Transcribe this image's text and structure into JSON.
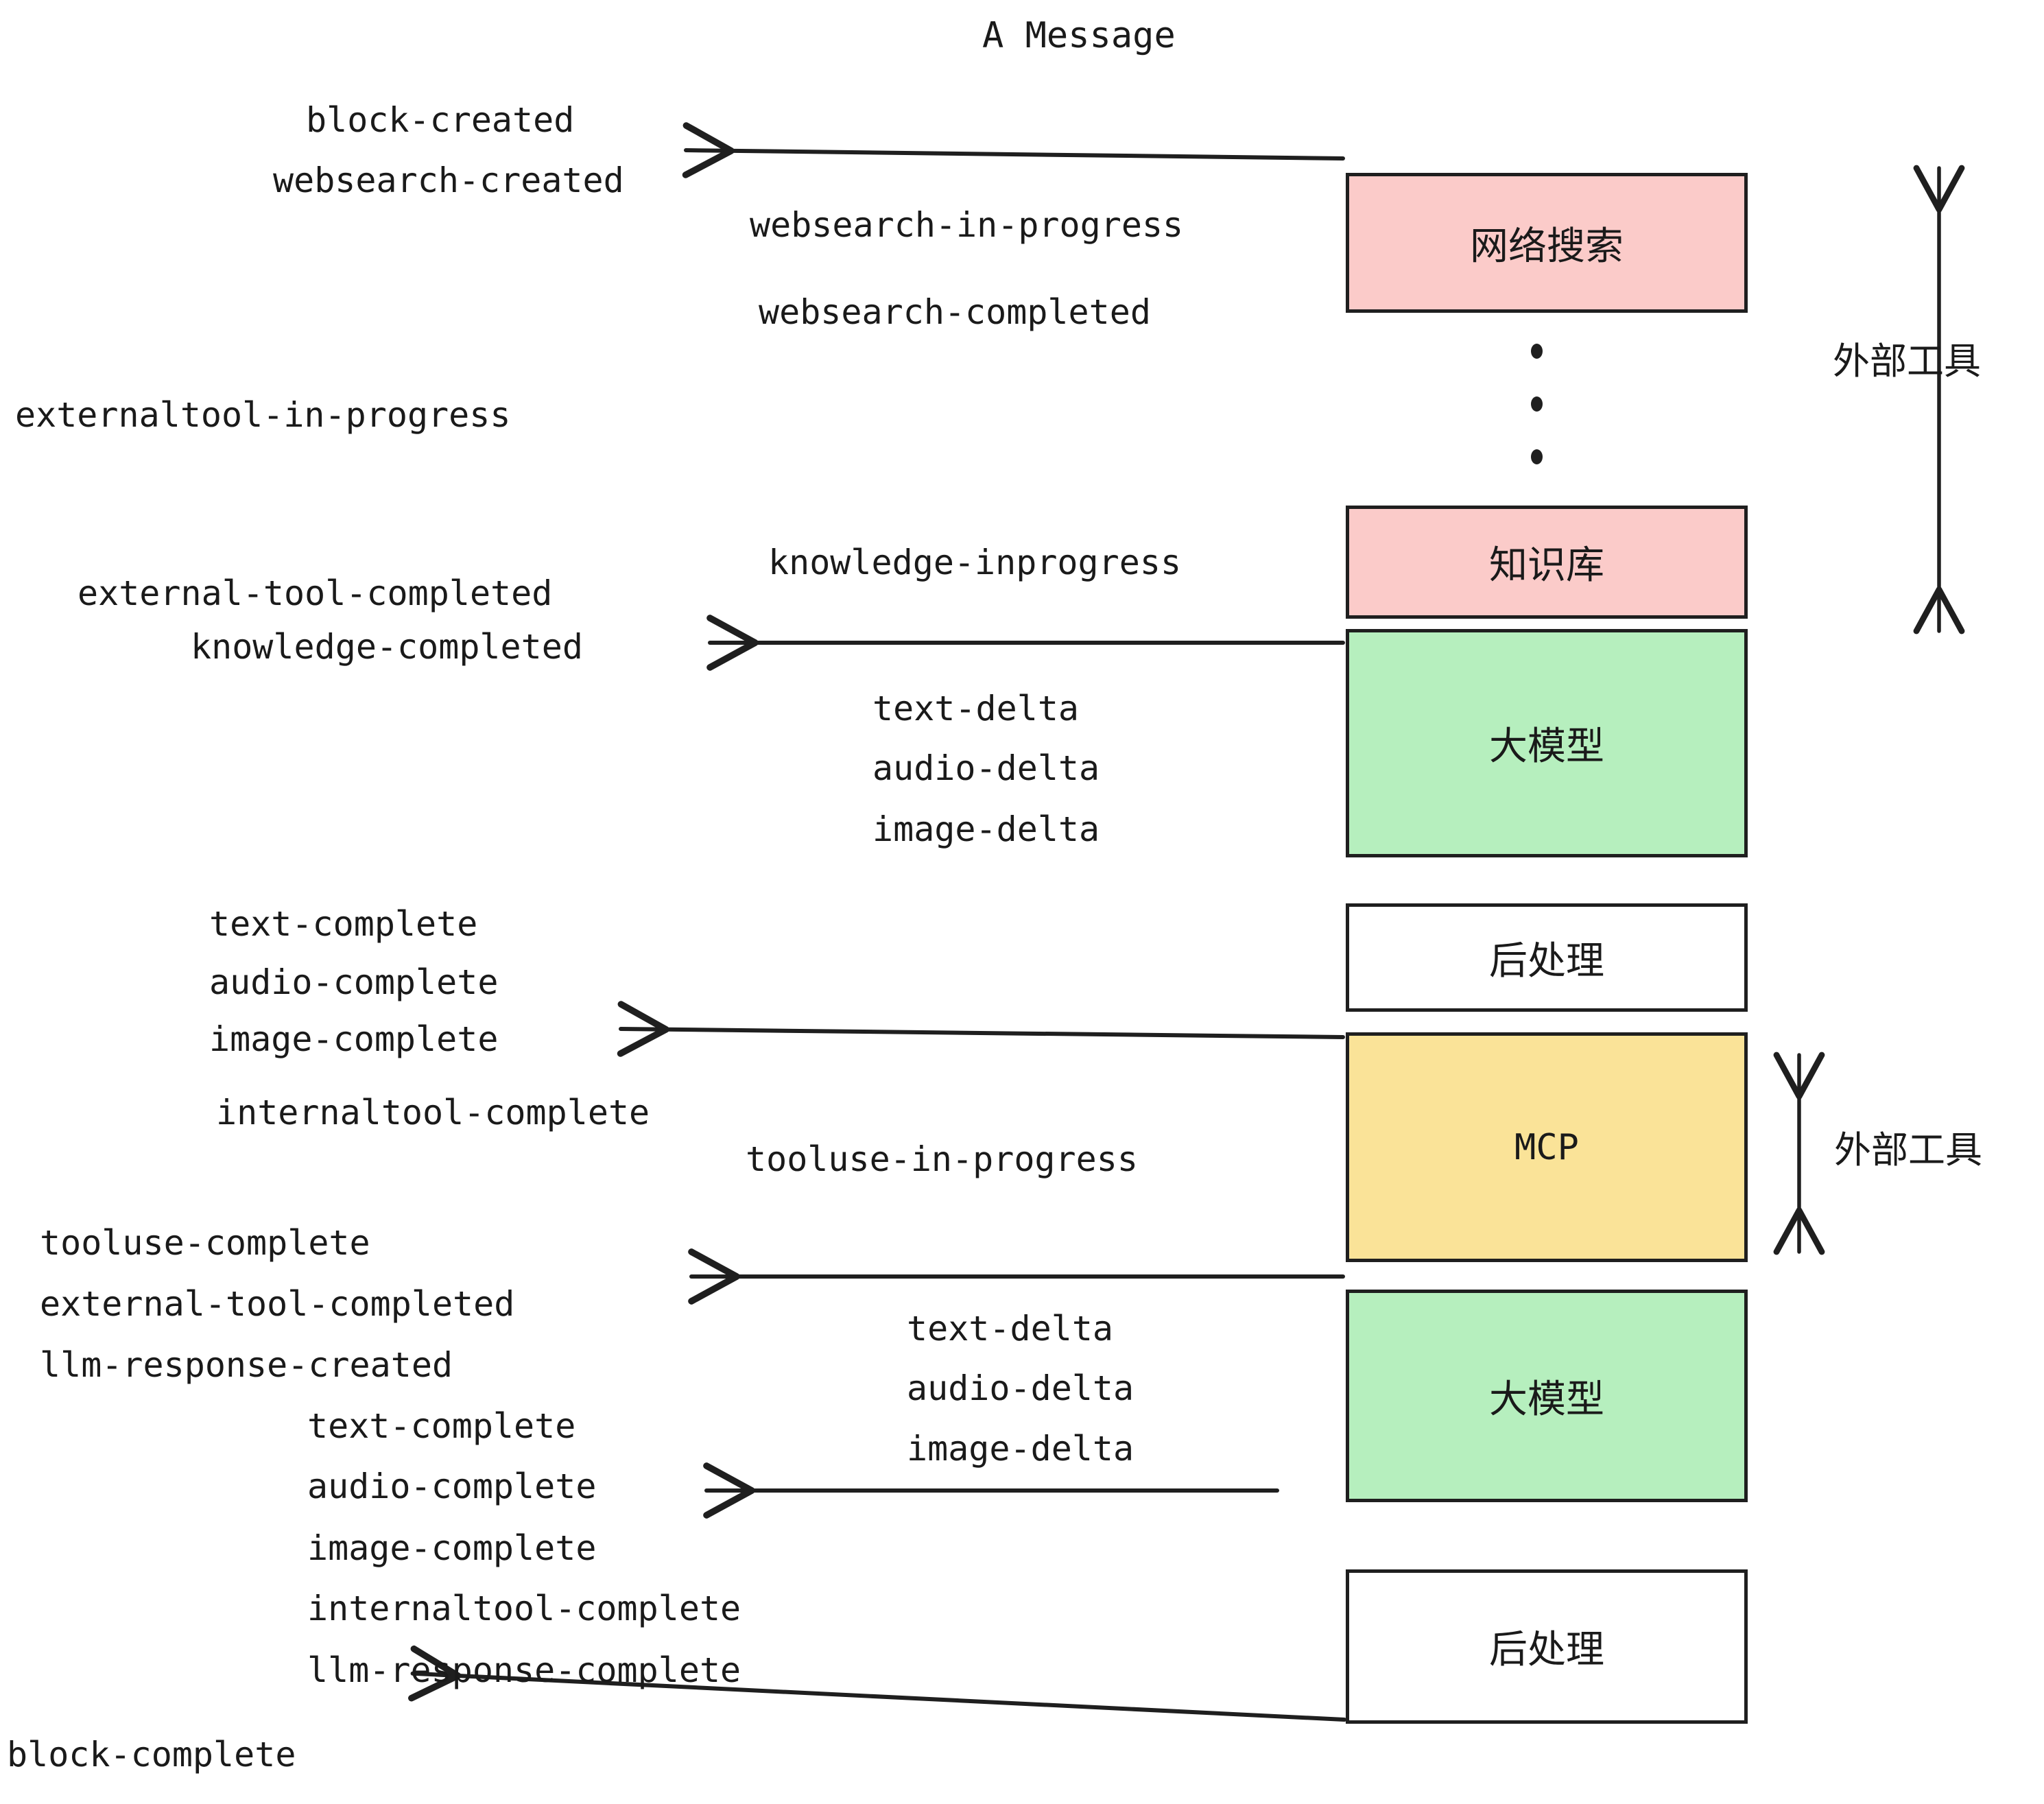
{
  "title": "A Message",
  "colors": {
    "pink": "#fbcbc9",
    "green": "#b6efbe",
    "yellow": "#fae398",
    "white": "#ffffff",
    "stroke": "#1f1f1f",
    "text": "#1a1a1a",
    "background": "#ffffff"
  },
  "nodes": [
    {
      "label": "网络搜索",
      "fill": "#fbcbc9"
    },
    {
      "label": "知识库",
      "fill": "#fbcbc9"
    },
    {
      "label": "大模型",
      "fill": "#b6efbe"
    },
    {
      "label": "后处理",
      "fill": "#ffffff"
    },
    {
      "label": "MCP",
      "fill": "#fae398"
    },
    {
      "label": "大模型",
      "fill": "#b6efbe"
    },
    {
      "label": "后处理",
      "fill": "#ffffff"
    }
  ],
  "side_notes": [
    {
      "label": "外部工具"
    },
    {
      "label": "外部工具"
    }
  ],
  "events": [
    {
      "text": "block-created"
    },
    {
      "text": "websearch-created"
    },
    {
      "text": "websearch-in-progress"
    },
    {
      "text": "websearch-completed"
    },
    {
      "text": "externaltool-in-progress"
    },
    {
      "text": "knowledge-inprogress"
    },
    {
      "text": "external-tool-completed"
    },
    {
      "text": "knowledge-completed"
    },
    {
      "text": "text-delta"
    },
    {
      "text": "audio-delta"
    },
    {
      "text": "image-delta"
    },
    {
      "text": "text-complete"
    },
    {
      "text": "audio-complete"
    },
    {
      "text": "image-complete"
    },
    {
      "text": "internaltool-complete"
    },
    {
      "text": "tooluse-in-progress"
    },
    {
      "text": "tooluse-complete"
    },
    {
      "text": "external-tool-completed"
    },
    {
      "text": "llm-response-created"
    },
    {
      "text": "text-complete"
    },
    {
      "text": "audio-complete"
    },
    {
      "text": "image-complete"
    },
    {
      "text": "internaltool-complete"
    },
    {
      "text": "llm-response-complete"
    },
    {
      "text": "text-delta"
    },
    {
      "text": "audio-delta"
    },
    {
      "text": "image-delta"
    },
    {
      "text": "block-complete"
    }
  ],
  "ellipsis": {
    "dots": 3
  }
}
